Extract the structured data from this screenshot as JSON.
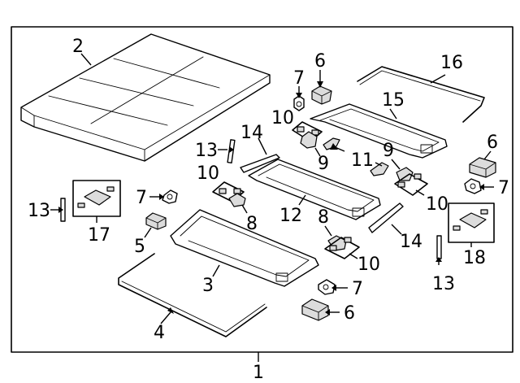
{
  "callouts": {
    "c1": "1",
    "c2": "2",
    "c3": "3",
    "c4": "4",
    "c5": "5",
    "c6a": "6",
    "c6b": "6",
    "c6c": "6",
    "c7a": "7",
    "c7b": "7",
    "c7c": "7",
    "c7d": "7",
    "c8a": "8",
    "c8b": "8",
    "c9a": "9",
    "c9b": "9",
    "c10a": "10",
    "c10b": "10",
    "c10c": "10",
    "c10d": "10",
    "c11": "11",
    "c12": "12",
    "c13a": "13",
    "c13b": "13",
    "c13c": "13",
    "c14a": "14",
    "c14b": "14",
    "c15": "15",
    "c16": "16",
    "c17": "17",
    "c18": "18"
  }
}
